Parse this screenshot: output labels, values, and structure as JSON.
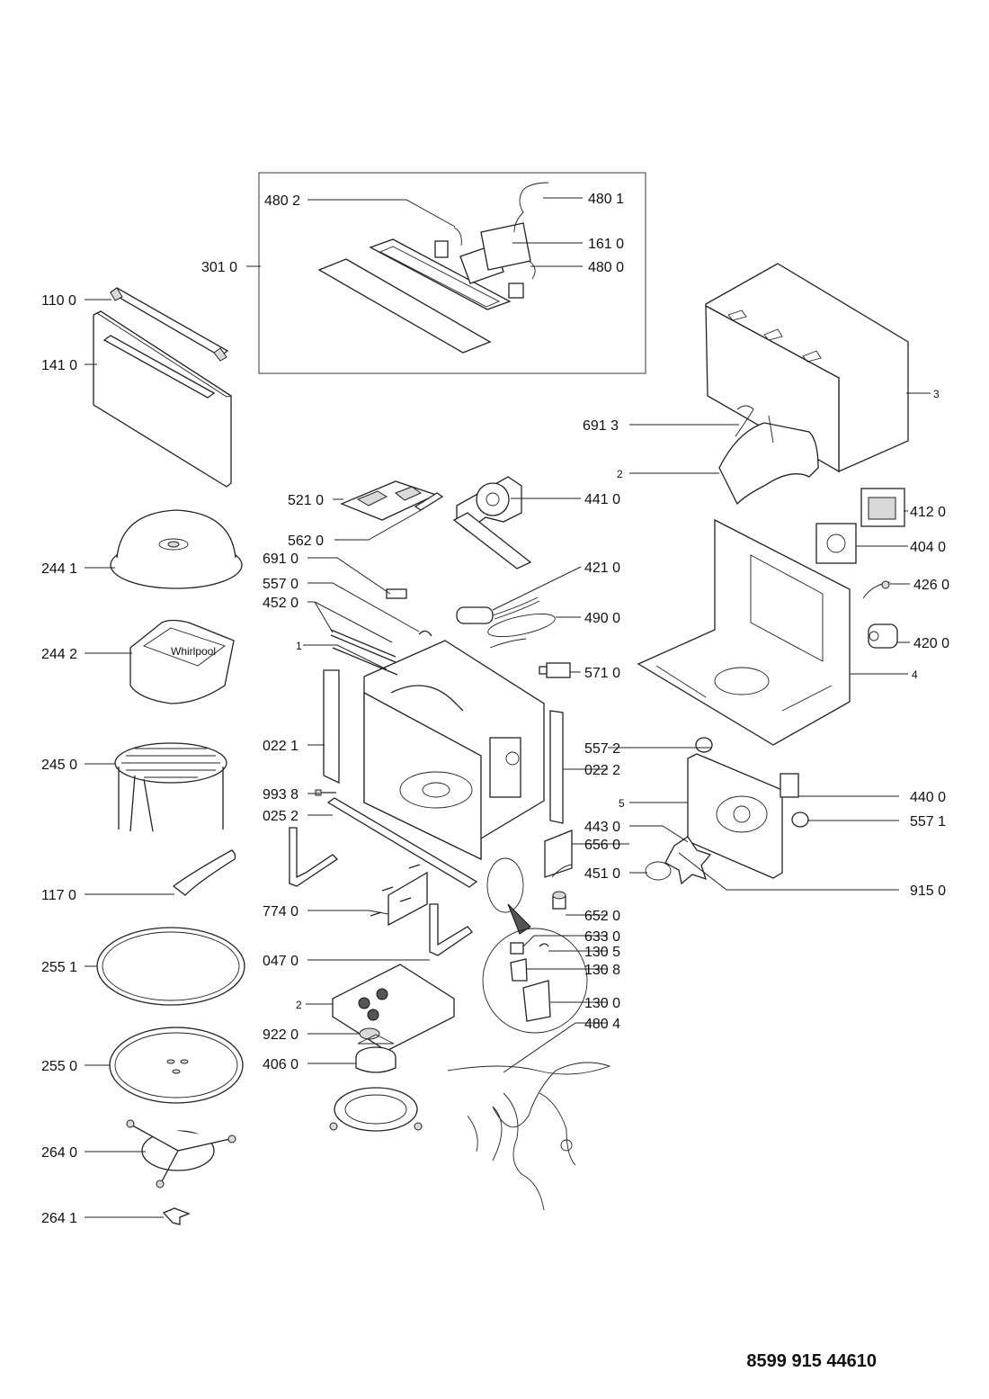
{
  "document_number": "8599 915 44610",
  "callouts": [
    {
      "id": "c-480-2",
      "label": "480 2"
    },
    {
      "id": "c-480-1",
      "label": "480 1"
    },
    {
      "id": "c-161-0",
      "label": "161 0"
    },
    {
      "id": "c-301-0",
      "label": "301 0"
    },
    {
      "id": "c-480-0",
      "label": "480 0"
    },
    {
      "id": "c-110-0",
      "label": "110 0"
    },
    {
      "id": "c-141-0",
      "label": "141 0"
    },
    {
      "id": "c-3",
      "label": "3"
    },
    {
      "id": "c-691-3",
      "label": "691 3"
    },
    {
      "id": "c-2-top",
      "label": "2"
    },
    {
      "id": "c-521-0",
      "label": "521 0"
    },
    {
      "id": "c-441-0",
      "label": "441 0"
    },
    {
      "id": "c-412-0",
      "label": "412 0"
    },
    {
      "id": "c-562-0",
      "label": "562 0"
    },
    {
      "id": "c-404-0",
      "label": "404 0"
    },
    {
      "id": "c-244-1",
      "label": "244 1"
    },
    {
      "id": "c-691-0",
      "label": "691 0"
    },
    {
      "id": "c-421-0",
      "label": "421 0"
    },
    {
      "id": "c-557-0",
      "label": "557 0"
    },
    {
      "id": "c-426-0",
      "label": "426 0"
    },
    {
      "id": "c-452-0",
      "label": "452 0"
    },
    {
      "id": "c-490-0",
      "label": "490 0"
    },
    {
      "id": "c-420-0",
      "label": "420 0"
    },
    {
      "id": "c-1",
      "label": "1"
    },
    {
      "id": "c-244-2",
      "label": "244 2"
    },
    {
      "id": "c-571-0",
      "label": "571 0"
    },
    {
      "id": "c-4",
      "label": "4"
    },
    {
      "id": "c-022-1",
      "label": "022 1"
    },
    {
      "id": "c-557-2",
      "label": "557 2"
    },
    {
      "id": "c-245-0",
      "label": "245 0"
    },
    {
      "id": "c-022-2",
      "label": "022 2"
    },
    {
      "id": "c-993-8",
      "label": "993 8"
    },
    {
      "id": "c-440-0",
      "label": "440 0"
    },
    {
      "id": "c-5",
      "label": "5"
    },
    {
      "id": "c-025-2",
      "label": "025 2"
    },
    {
      "id": "c-557-1",
      "label": "557 1"
    },
    {
      "id": "c-443-0",
      "label": "443 0"
    },
    {
      "id": "c-656-0",
      "label": "656 0"
    },
    {
      "id": "c-451-0",
      "label": "451 0"
    },
    {
      "id": "c-915-0",
      "label": "915 0"
    },
    {
      "id": "c-117-0",
      "label": "117 0"
    },
    {
      "id": "c-774-0",
      "label": "774 0"
    },
    {
      "id": "c-652-0",
      "label": "652 0"
    },
    {
      "id": "c-633-0",
      "label": "633 0"
    },
    {
      "id": "c-130-5",
      "label": "130 5"
    },
    {
      "id": "c-255-1",
      "label": "255 1"
    },
    {
      "id": "c-047-0",
      "label": "047 0"
    },
    {
      "id": "c-130-8",
      "label": "130 8"
    },
    {
      "id": "c-2-bottom",
      "label": "2"
    },
    {
      "id": "c-130-0",
      "label": "130 0"
    },
    {
      "id": "c-922-0",
      "label": "922 0"
    },
    {
      "id": "c-480-4",
      "label": "480 4"
    },
    {
      "id": "c-255-0",
      "label": "255 0"
    },
    {
      "id": "c-406-0",
      "label": "406 0"
    },
    {
      "id": "c-264-0",
      "label": "264 0"
    },
    {
      "id": "c-264-1",
      "label": "264 1"
    }
  ]
}
